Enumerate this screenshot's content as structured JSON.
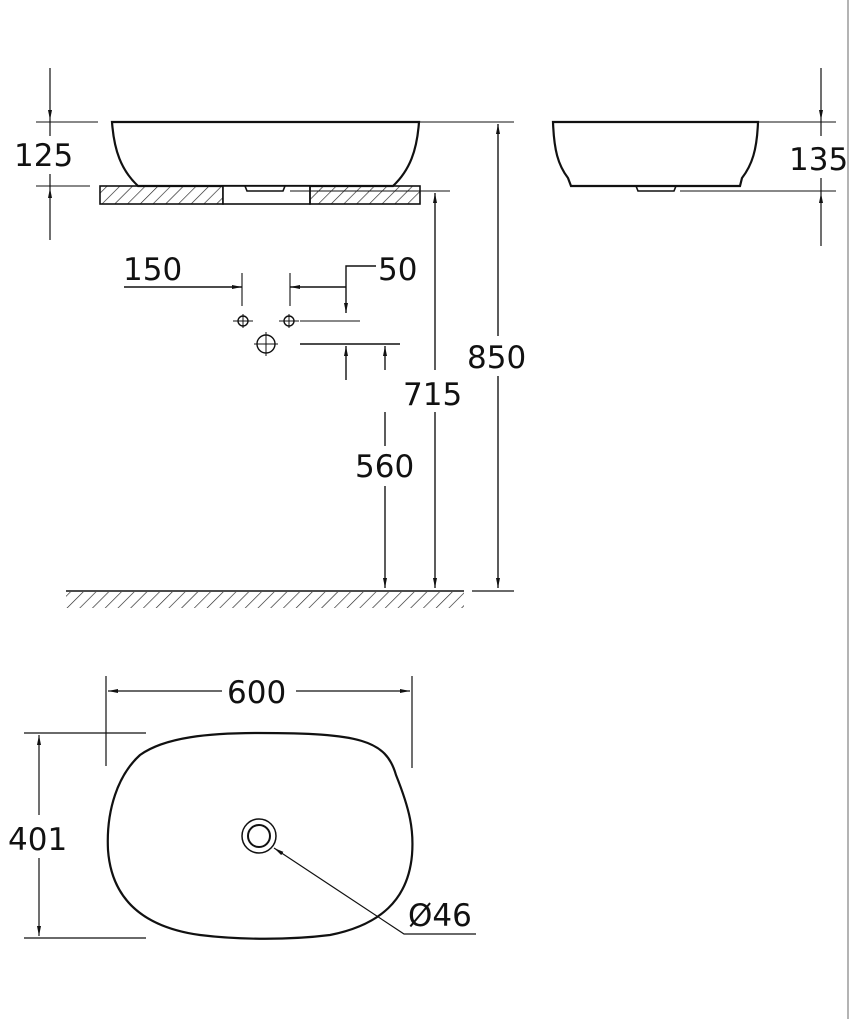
{
  "drawing": {
    "title": "Oval countertop washbasin dimension drawing",
    "units": "mm",
    "line_color": "#111111",
    "background": "#ffffff",
    "views": {
      "front_elevation": {
        "basin_height": "125",
        "tap_hole_spacing": "150",
        "tap_hole_offset": "50",
        "waste_height": "560",
        "countertop_height": "715",
        "rim_height": "850"
      },
      "side_elevation": {
        "overall_height": "135"
      },
      "plan_view": {
        "width": "600",
        "depth": "401",
        "waste_diameter": "Ø46"
      }
    }
  }
}
